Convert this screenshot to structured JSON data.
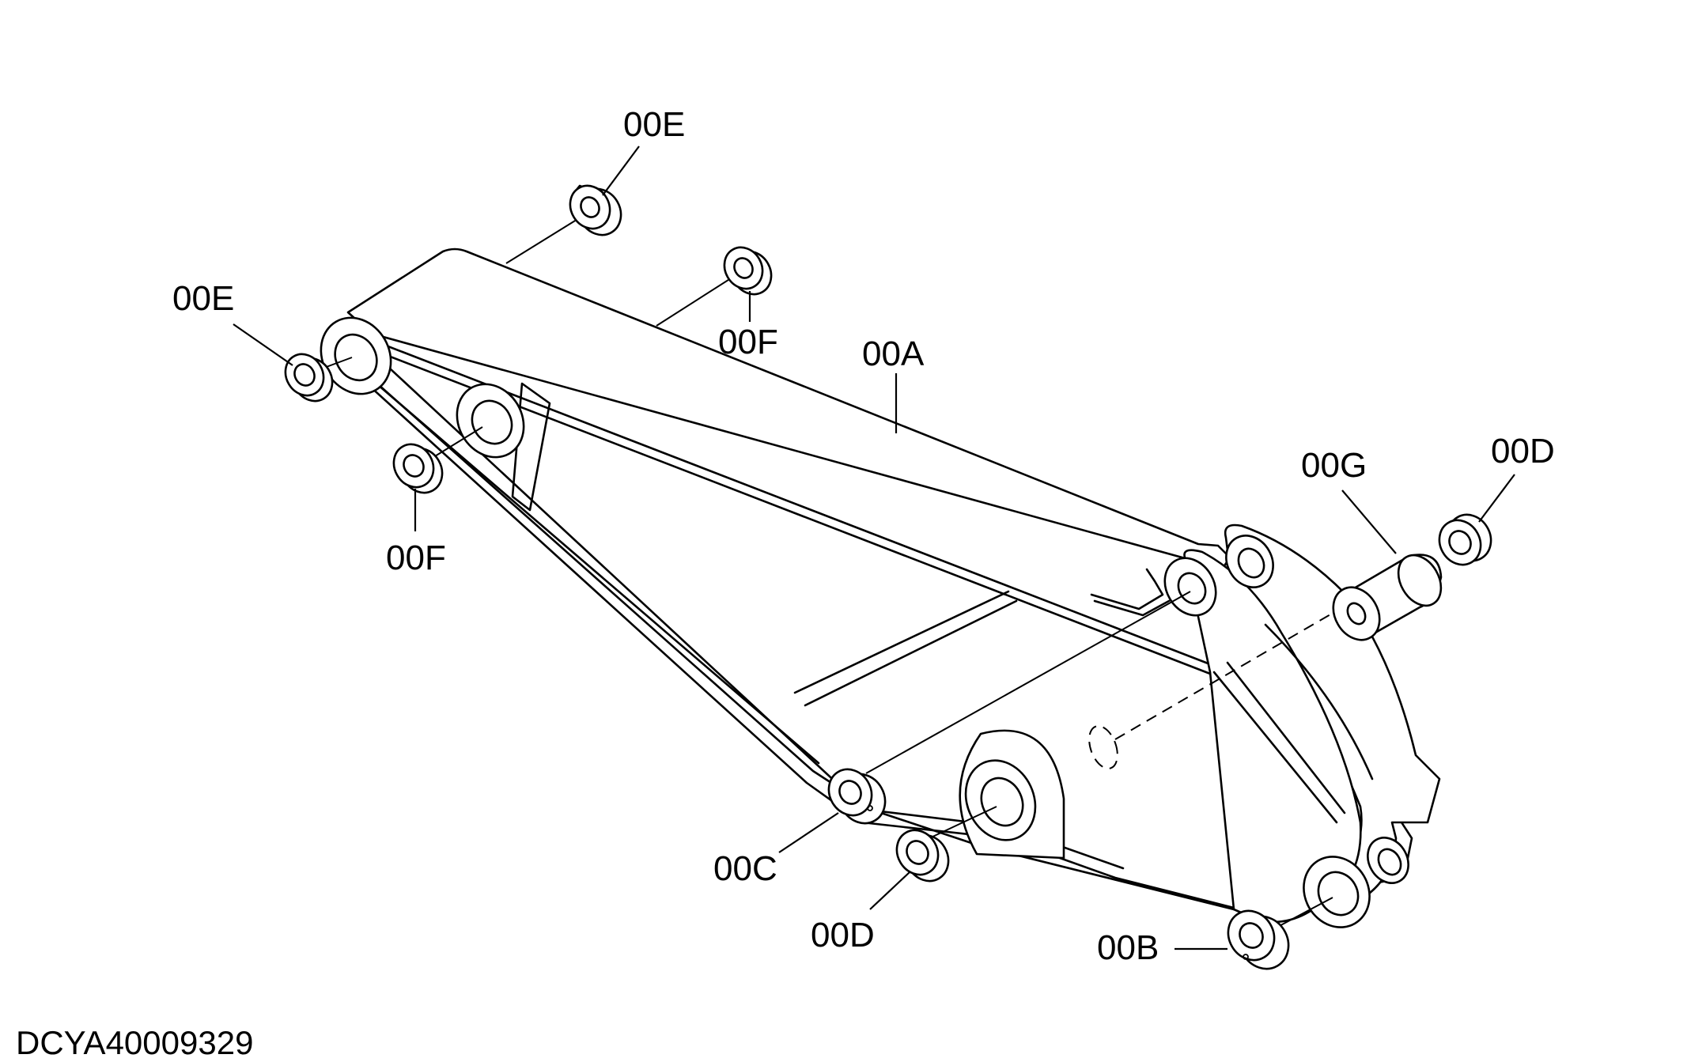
{
  "drawing_code": "DCYA40009329",
  "callouts": {
    "arm": "00A",
    "bushing_bucket_pin": "00B",
    "bushing_link_pin": "00C",
    "seal_lower": "00D",
    "seal_right": "00D",
    "bushing_top_outer": "00E",
    "bushing_top_left": "00E",
    "bushing_mid_upper": "00F",
    "bushing_mid_left": "00F",
    "sleeve": "00G"
  }
}
